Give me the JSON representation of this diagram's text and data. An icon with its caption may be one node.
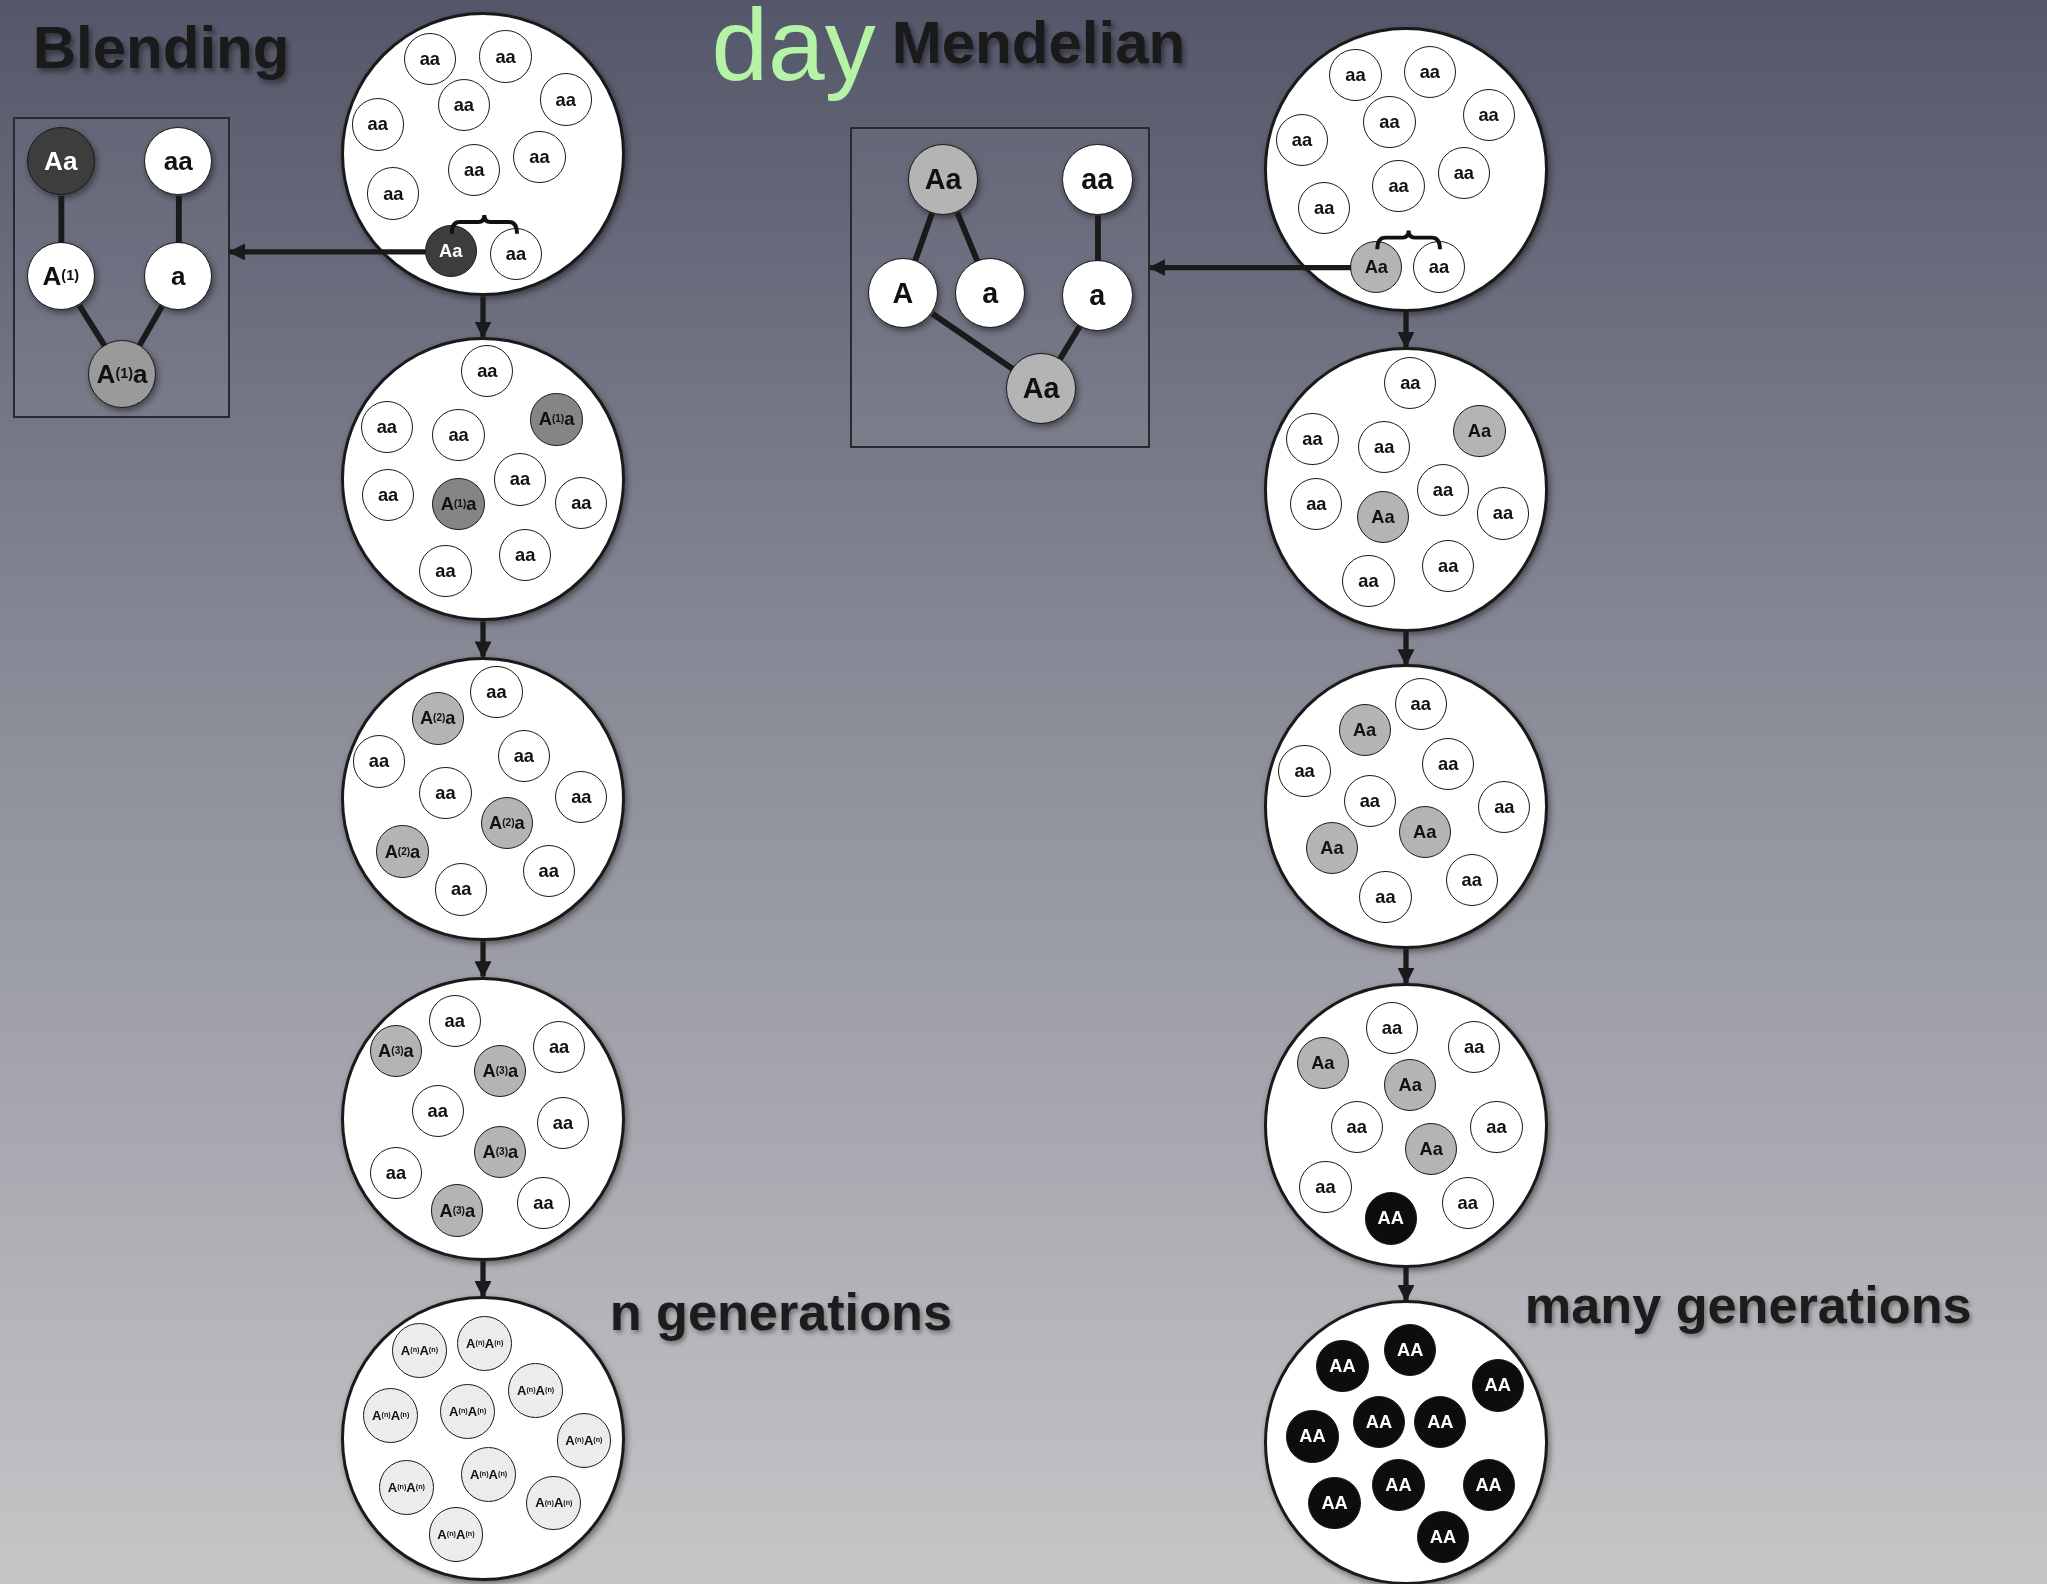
{
  "diagram": {
    "title": "day",
    "nodes": [
      {
        "text": [],
        "shape": "box"
      },
      {
        "text": [
          "Aa"
        ],
        "in": 0
      },
      {
        "text": [
          "aa"
        ],
        "in": 0
      },
      {
        "text": [
          "A$^{(1)}$"
        ],
        "in": 0
      },
      {
        "text": [
          "a"
        ],
        "in": 0
      },
      {
        "text": [
          "A$^{(1)}$a"
        ],
        "in": 0
      },
      {
        "text": [],
        "shape": "circle"
      },
      {
        "text": [
          "aa"
        ],
        "in": 6
      },
      {
        "text": [
          "aa"
        ],
        "in": 6
      },
      {
        "text": [
          "aa"
        ],
        "in": 6
      },
      {
        "text": [
          "aa"
        ],
        "in": 6
      },
      {
        "text": [
          "aa"
        ],
        "in": 6
      },
      {
        "text": [
          "aa"
        ],
        "in": 6
      },
      {
        "text": [
          "aa"
        ],
        "in": 6
      },
      {
        "text": [
          "aa"
        ],
        "in": 6
      },
      {
        "text": [
          "Aa"
        ],
        "in": 6
      },
      {
        "text": [
          "aa"
        ],
        "in": 6
      },
      {
        "text": [],
        "shape": "circle"
      },
      {
        "text": [
          "aa"
        ],
        "in": 17
      },
      {
        "text": [
          "A$^{(1)}$a"
        ],
        "in": 17
      },
      {
        "text": [
          "aa"
        ],
        "in": 17
      },
      {
        "text": [
          "aa"
        ],
        "in": 17
      },
      {
        "text": [
          "aa"
        ],
        "in": 17
      },
      {
        "text": [
          "aa"
        ],
        "in": 17
      },
      {
        "text": [
          "A$^{(1)}$a"
        ],
        "in": 17
      },
      {
        "text": [
          "aa"
        ],
        "in": 17
      },
      {
        "text": [
          "aa"
        ],
        "in": 17
      },
      {
        "text": [
          "aa"
        ],
        "in": 17
      },
      {
        "text": [],
        "shape": "circle"
      },
      {
        "text": [
          "aa"
        ],
        "in": 28
      },
      {
        "text": [
          "A$^{(2)}$a"
        ],
        "in": 28
      },
      {
        "text": [
          "aa"
        ],
        "in": 28
      },
      {
        "text": [
          "aa"
        ],
        "in": 28
      },
      {
        "text": [
          "aa"
        ],
        "in": 28
      },
      {
        "text": [
          "aa"
        ],
        "in": 28
      },
      {
        "text": [
          "A$^{(2)}$a"
        ],
        "in": 28
      },
      {
        "text": [
          "A$^{(2)}$a"
        ],
        "in": 28
      },
      {
        "text": [
          "aa"
        ],
        "in": 28
      },
      {
        "text": [
          "aa"
        ],
        "in": 28
      },
      {
        "text": [],
        "shape": "circle"
      },
      {
        "text": [
          "aa"
        ],
        "in": 39
      },
      {
        "text": [
          "A$^{(3)}$a"
        ],
        "in": 39
      },
      {
        "text": [
          "aa"
        ],
        "in": 39
      },
      {
        "text": [
          "A$^{(3)}$a"
        ],
        "in": 39
      },
      {
        "text": [
          "aa"
        ],
        "in": 39
      },
      {
        "text": [
          "aa"
        ],
        "in": 39
      },
      {
        "text": [
          "A$^{(3)}$a"
        ],
        "in": 39
      },
      {
        "text": [
          "aa"
        ],
        "in": 39
      },
      {
        "text": [
          "aa"
        ],
        "in": 39
      },
      {
        "text": [
          "A$^{(3)}$a"
        ],
        "in": 39
      },
      {
        "text": [],
        "shape": "circle",
        "beside": [
          "n generations"
        ]
      },
      {
        "text": [
          "A$^{(n)}$A$^{(n)}$"
        ],
        "in": 50
      },
      {
        "text": [
          "A$^{(n)}$A$^{(n)}$"
        ],
        "in": 50
      },
      {
        "text": [
          "A$^{(n)}$A$^{(n)}$"
        ],
        "in": 50
      },
      {
        "text": [
          "A$^{(n)}$A$^{(n)}$"
        ],
        "in": 50
      },
      {
        "text": [
          "A$^{(n)}$A$^{(n)}$"
        ],
        "in": 50
      },
      {
        "text": [
          "A$^{(n)}$A$^{(n)}$"
        ],
        "in": 50
      },
      {
        "text": [
          "A$^{(n)}$A$^{(n)}$"
        ],
        "in": 50
      },
      {
        "text": [
          "A$^{(n)}$A$^{(n)}$"
        ],
        "in": 50
      },
      {
        "text": [
          "A$^{(n)}$A$^{(n)}$"
        ],
        "in": 50
      },
      {
        "text": [
          "A$^{(n)}$A$^{(n)}$"
        ],
        "in": 50
      },
      {
        "text": [],
        "shape": "box"
      },
      {
        "text": [
          "Aa"
        ],
        "in": 61
      },
      {
        "text": [
          "aa"
        ],
        "in": 61
      },
      {
        "text": [
          "A"
        ],
        "in": 61
      },
      {
        "text": [
          "a"
        ],
        "in": 61
      },
      {
        "text": [
          "a"
        ],
        "in": 61
      },
      {
        "text": [
          "Aa"
        ],
        "in": 61
      },
      {
        "text": [],
        "shape": "circle"
      },
      {
        "text": [
          "aa"
        ],
        "in": 68
      },
      {
        "text": [
          "aa"
        ],
        "in": 68
      },
      {
        "text": [
          "aa"
        ],
        "in": 68
      },
      {
        "text": [
          "aa"
        ],
        "in": 68
      },
      {
        "text": [
          "aa"
        ],
        "in": 68
      },
      {
        "text": [
          "aa"
        ],
        "in": 68
      },
      {
        "text": [
          "aa"
        ],
        "in": 68
      },
      {
        "text": [
          "aa"
        ],
        "in": 68
      },
      {
        "text": [
          "Aa"
        ],
        "in": 68
      },
      {
        "text": [
          "aa"
        ],
        "in": 68
      },
      {
        "text": [],
        "shape": "circle"
      },
      {
        "text": [
          "aa"
        ],
        "in": 79
      },
      {
        "text": [
          "Aa"
        ],
        "in": 79
      },
      {
        "text": [
          "aa"
        ],
        "in": 79
      },
      {
        "text": [
          "aa"
        ],
        "in": 79
      },
      {
        "text": [
          "aa"
        ],
        "in": 79
      },
      {
        "text": [
          "aa"
        ],
        "in": 79
      },
      {
        "text": [
          "Aa"
        ],
        "in": 79
      },
      {
        "text": [
          "aa"
        ],
        "in": 79
      },
      {
        "text": [
          "aa"
        ],
        "in": 79
      },
      {
        "text": [
          "aa"
        ],
        "in": 79
      },
      {
        "text": [],
        "shape": "circle"
      },
      {
        "text": [
          "aa"
        ],
        "in": 90
      },
      {
        "text": [
          "Aa"
        ],
        "in": 90
      },
      {
        "text": [
          "aa"
        ],
        "in": 90
      },
      {
        "text": [
          "aa"
        ],
        "in": 90
      },
      {
        "text": [
          "aa"
        ],
        "in": 90
      },
      {
        "text": [
          "aa"
        ],
        "in": 90
      },
      {
        "text": [
          "Aa"
        ],
        "in": 90
      },
      {
        "text": [
          "Aa"
        ],
        "in": 90
      },
      {
        "text": [
          "aa"
        ],
        "in": 90
      },
      {
        "text": [
          "aa"
        ],
        "in": 90
      },
      {
        "text": [],
        "shape": "circle"
      },
      {
        "text": [
          "aa"
        ],
        "in": 101
      },
      {
        "text": [
          "Aa"
        ],
        "in": 101
      },
      {
        "text": [
          "aa"
        ],
        "in": 101
      },
      {
        "text": [
          "Aa"
        ],
        "in": 101
      },
      {
        "text": [
          "aa"
        ],
        "in": 101
      },
      {
        "text": [
          "aa"
        ],
        "in": 101
      },
      {
        "text": [
          "Aa"
        ],
        "in": 101
      },
      {
        "text": [
          "aa"
        ],
        "in": 101
      },
      {
        "text": [
          "aa"
        ],
        "in": 101
      },
      {
        "text": [
          "AA"
        ],
        "in": 101
      },
      {
        "text": [],
        "shape": "circle",
        "beside": [
          "many generations"
        ]
      },
      {
        "text": [
          "AA"
        ],
        "in": 112
      },
      {
        "text": [
          "AA"
        ],
        "in": 112
      },
      {
        "text": [
          "AA"
        ],
        "in": 112
      },
      {
        "text": [
          "AA"
        ],
        "in": 112
      },
      {
        "text": [
          "AA"
        ],
        "in": 112
      },
      {
        "text": [
          "AA"
        ],
        "in": 112
      },
      {
        "text": [
          "AA"
        ],
        "in": 112
      },
      {
        "text": [
          "AA"
        ],
        "in": 112
      },
      {
        "text": [
          "AA"
        ],
        "in": 112
      },
      {
        "text": [
          "AA"
        ],
        "in": 112
      }
    ],
    "edges": [
      {
        "from": 1,
        "to": 3,
        "arrow": "none"
      },
      {
        "from": 2,
        "to": 4,
        "arrow": "none"
      },
      {
        "from": 3,
        "to": 5,
        "arrow": "none"
      },
      {
        "from": 4,
        "to": 5,
        "arrow": "none"
      },
      {
        "from": 15,
        "to": 0,
        "arrow": "to"
      },
      {
        "from": 6,
        "to": 17,
        "arrow": "to"
      },
      {
        "from": 17,
        "to": 28,
        "arrow": "to"
      },
      {
        "from": 28,
        "to": 39,
        "arrow": "to"
      },
      {
        "from": 39,
        "to": 50,
        "arrow": "to"
      },
      {
        "from": 62,
        "to": 64,
        "arrow": "none"
      },
      {
        "from": 62,
        "to": 65,
        "arrow": "none"
      },
      {
        "from": 63,
        "to": 66,
        "arrow": "none"
      },
      {
        "from": 64,
        "to": 67,
        "arrow": "none"
      },
      {
        "from": 66,
        "to": 67,
        "arrow": "none"
      },
      {
        "from": 77,
        "to": 61,
        "arrow": "to"
      },
      {
        "from": 68,
        "to": 79,
        "arrow": "to"
      },
      {
        "from": 79,
        "to": 90,
        "arrow": "to"
      },
      {
        "from": 90,
        "to": 101,
        "arrow": "to"
      },
      {
        "from": 101,
        "to": 112,
        "arrow": "to"
      }
    ],
    "labels": [
      "Blending",
      "Mendelian"
    ]
  }
}
